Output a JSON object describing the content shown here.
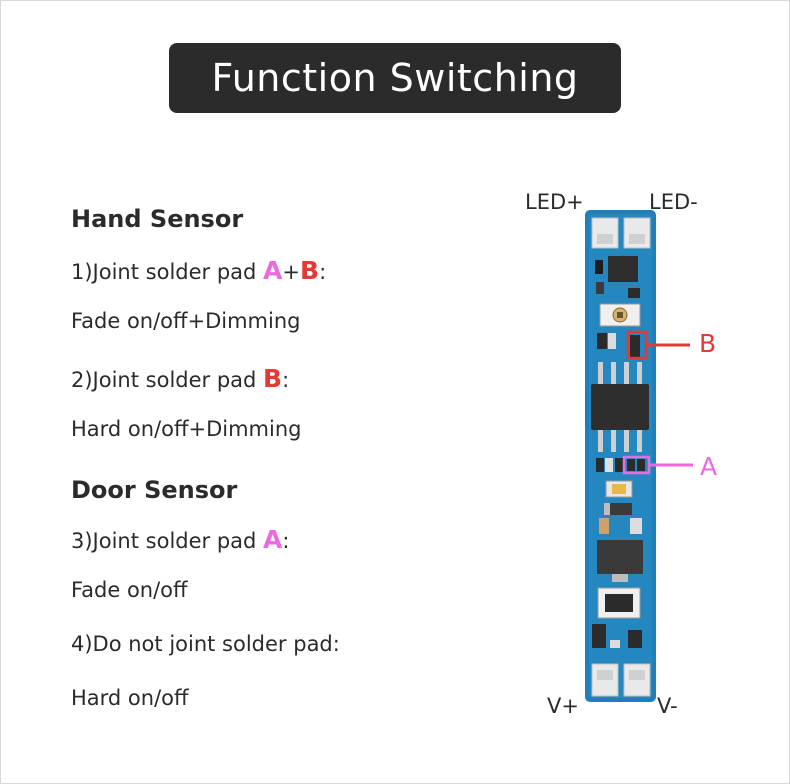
{
  "title": "Function Switching",
  "hand_sensor": {
    "heading": "Hand Sensor",
    "item1": {
      "prefix": "1)Joint solder pad ",
      "pad_a": "A",
      "plus": "+",
      "pad_b": "B",
      "suffix": ":",
      "desc": "Fade on/off+Dimming"
    },
    "item2": {
      "prefix": "2)Joint solder pad ",
      "pad_b": "B",
      "suffix": ":",
      "desc": "Hard on/off+Dimming"
    }
  },
  "door_sensor": {
    "heading": "Door Sensor",
    "item3": {
      "prefix": "3)Joint solder pad ",
      "pad_a": "A",
      "suffix": ":",
      "desc": "Fade on/off"
    },
    "item4": {
      "text": "4)Do not joint solder pad:",
      "desc": "Hard on/off"
    }
  },
  "board": {
    "led_plus": "LED+",
    "led_minus": "LED-",
    "v_plus": "V+",
    "v_minus": "V-",
    "callout_b": "B",
    "callout_a": "A"
  },
  "colors": {
    "title_bg": "#2b2b2b",
    "pad_a": "#ea6be0",
    "pad_b": "#e53935",
    "pcb": "#1f7fb8"
  }
}
